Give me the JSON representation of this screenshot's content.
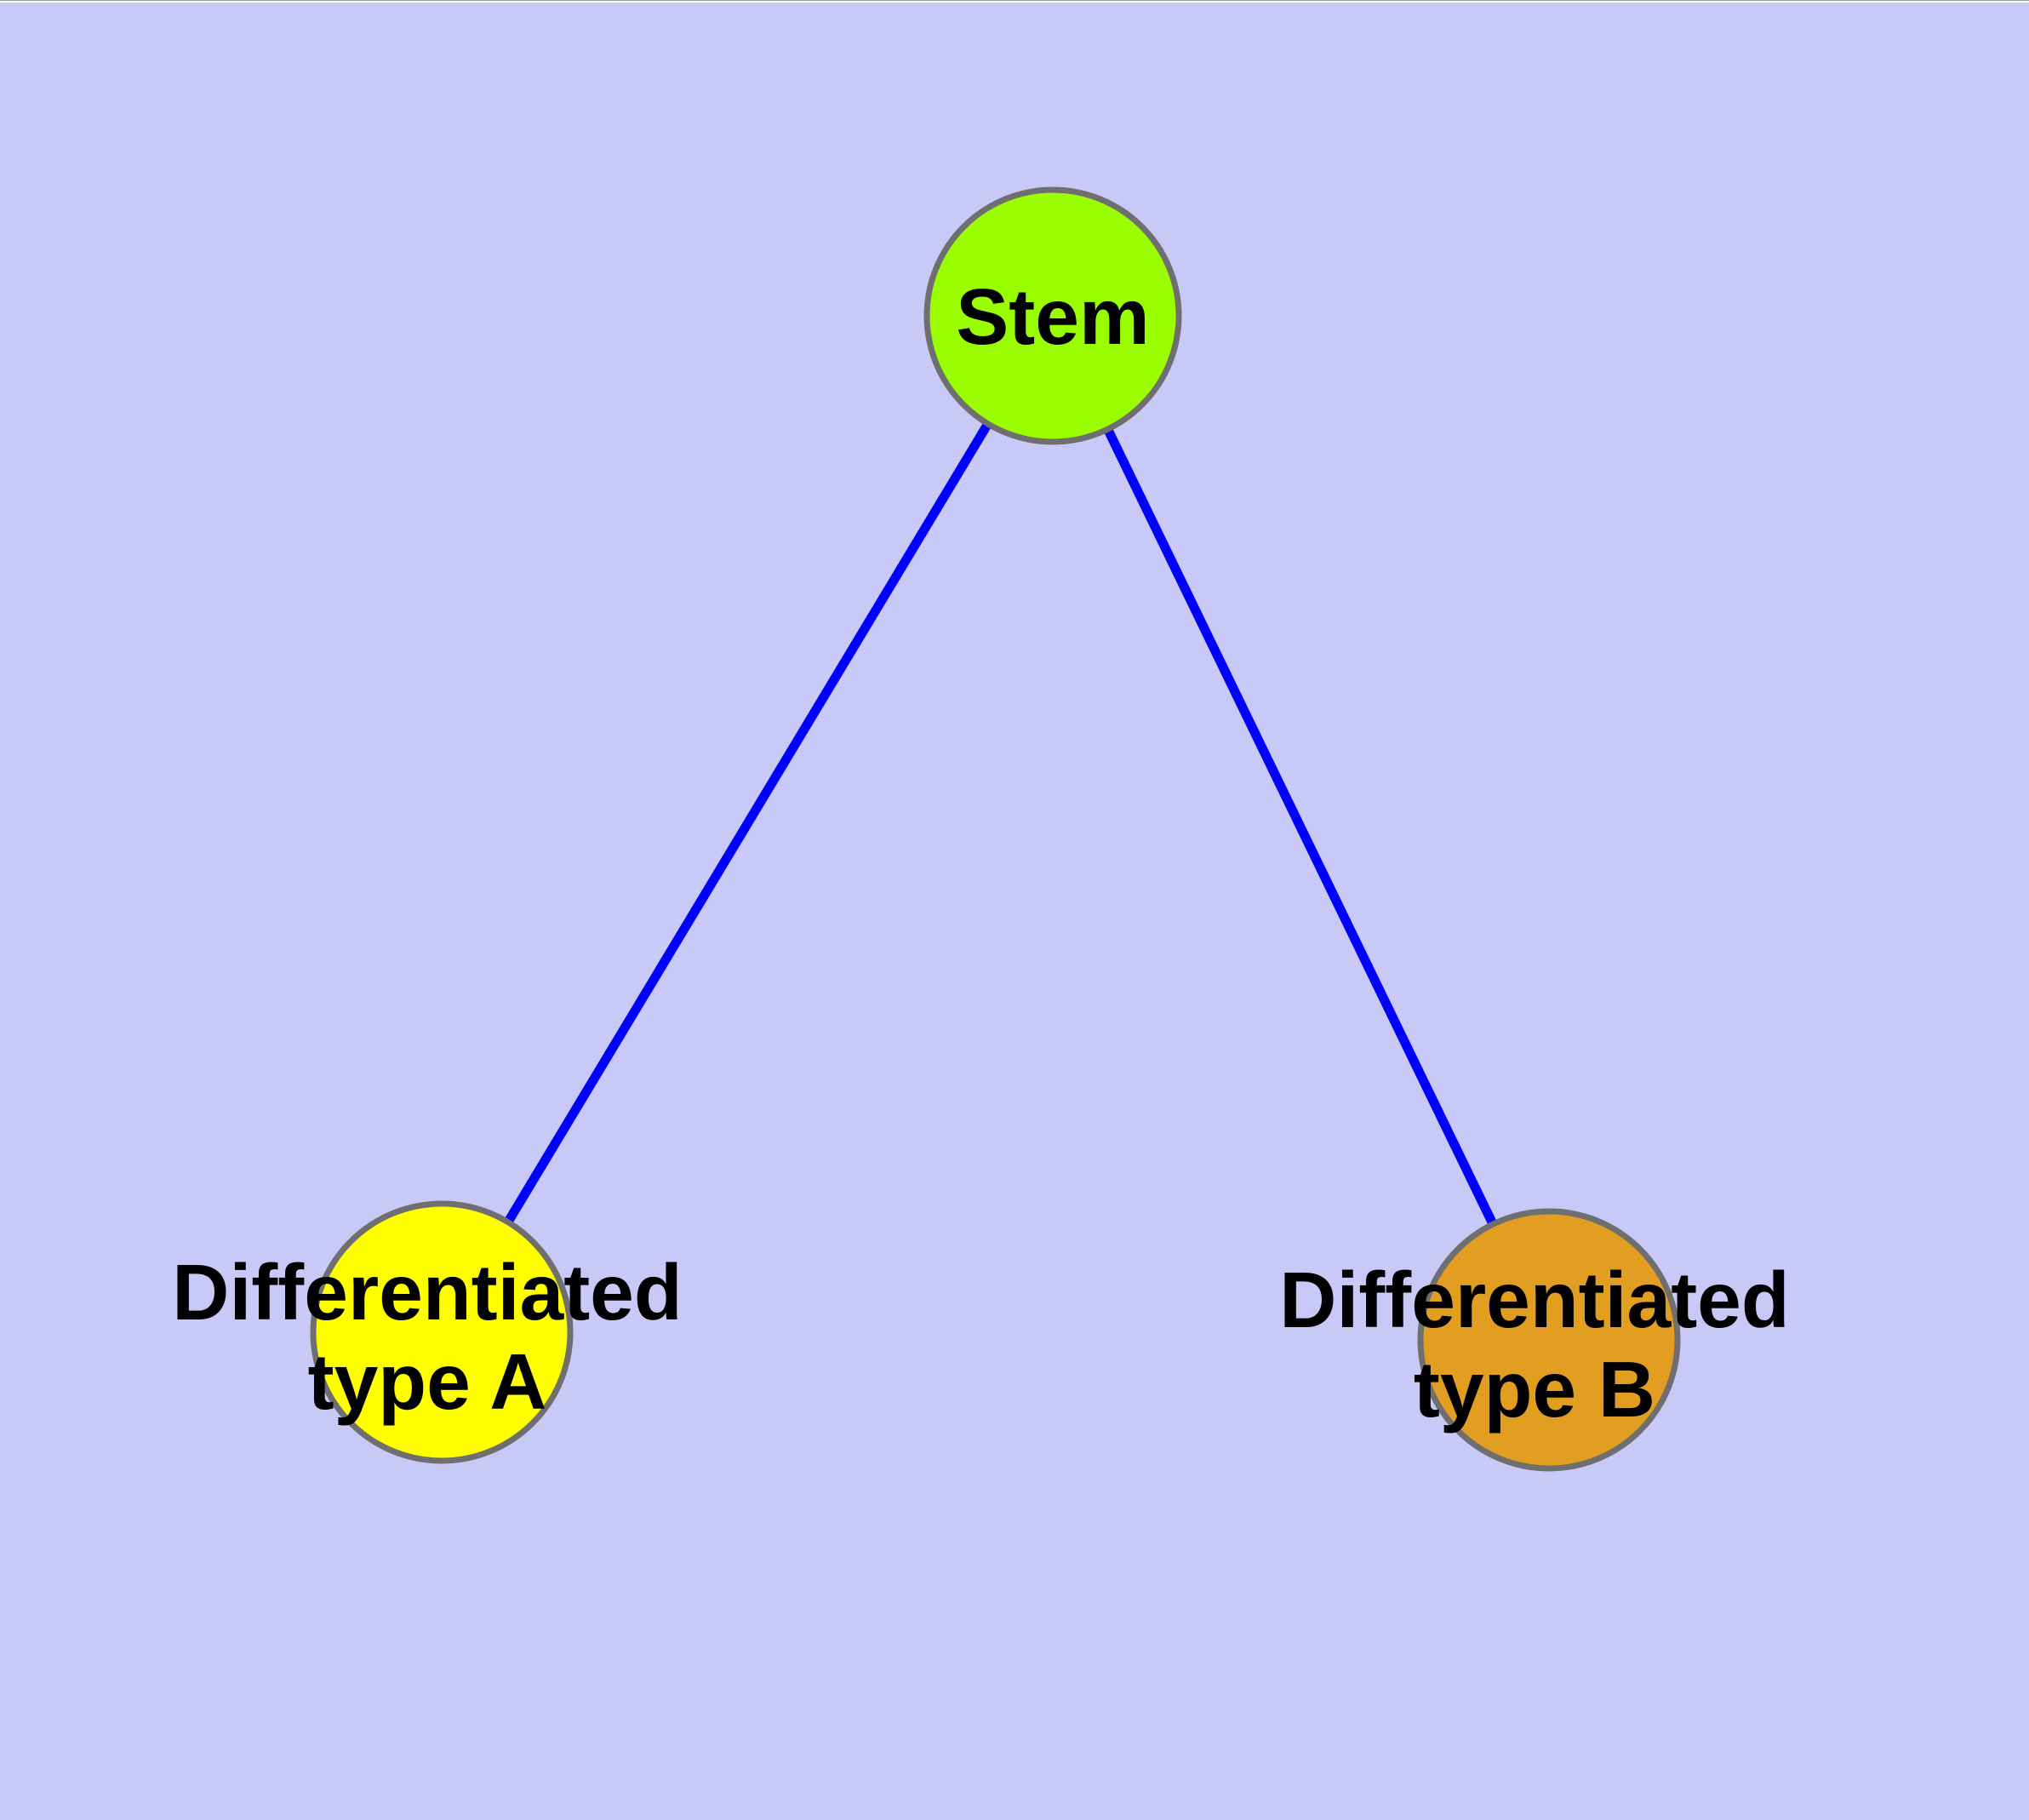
{
  "diagram": {
    "type": "node-link-graph",
    "background_color": "#c9c9f8",
    "edge_color": "#0000ff",
    "node_border_color": "#6f6f6f",
    "label_color": "#000000",
    "nodes": {
      "stem": {
        "label": "Stem",
        "fill": "#9bfe00"
      },
      "type_a": {
        "label_lines": [
          "Differentiated",
          "type A"
        ],
        "label_full": "Differentiated type A",
        "fill": "#ffff00"
      },
      "type_b": {
        "label_lines": [
          "Differentiated",
          "type B"
        ],
        "label_full": "Differentiated type B",
        "fill": "#e29e20"
      }
    },
    "edges": [
      {
        "from": "Stem",
        "to": "Differentiated type A"
      },
      {
        "from": "Stem",
        "to": "Differentiated type B"
      }
    ]
  }
}
